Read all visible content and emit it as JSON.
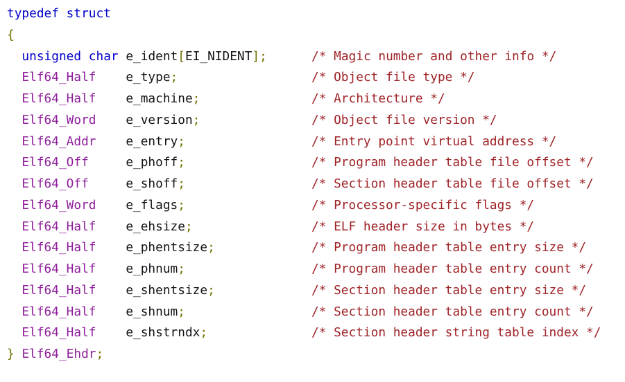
{
  "page": {
    "background_color": "#ffffff",
    "description": "C source snippet of the ELF64 file header structure definition with syntax highlighting"
  },
  "code": {
    "language": "c",
    "struct_name": "Elf64_Ehdr",
    "token_colors": {
      "kw": "#0000c8",
      "ty": "#8e1f9b",
      "id": "#121217",
      "pu": "#6f6f00",
      "cm": "#9e2226",
      "pl": "#121217"
    },
    "lines": [
      {
        "tokens": [
          [
            "kw",
            "typedef"
          ],
          [
            "pl",
            " "
          ],
          [
            "kw",
            "struct"
          ]
        ]
      },
      {
        "tokens": [
          [
            "pu",
            "{"
          ]
        ]
      },
      {
        "tokens": [
          [
            "pl",
            "  "
          ],
          [
            "kw",
            "unsigned"
          ],
          [
            "pl",
            " "
          ],
          [
            "kw",
            "char"
          ],
          [
            "pl",
            " "
          ],
          [
            "id",
            "e_ident"
          ],
          [
            "pu",
            "["
          ],
          [
            "id",
            "EI_NIDENT"
          ],
          [
            "pu",
            "];"
          ],
          [
            "pl",
            "      "
          ],
          [
            "cm",
            "/* Magic number and other info */"
          ]
        ]
      },
      {
        "tokens": [
          [
            "pl",
            "  "
          ],
          [
            "ty",
            "Elf64_Half"
          ],
          [
            "pl",
            "    "
          ],
          [
            "id",
            "e_type"
          ],
          [
            "pu",
            ";"
          ],
          [
            "pl",
            "                  "
          ],
          [
            "cm",
            "/* Object file type */"
          ]
        ]
      },
      {
        "tokens": [
          [
            "pl",
            "  "
          ],
          [
            "ty",
            "Elf64_Half"
          ],
          [
            "pl",
            "    "
          ],
          [
            "id",
            "e_machine"
          ],
          [
            "pu",
            ";"
          ],
          [
            "pl",
            "               "
          ],
          [
            "cm",
            "/* Architecture */"
          ]
        ]
      },
      {
        "tokens": [
          [
            "pl",
            "  "
          ],
          [
            "ty",
            "Elf64_Word"
          ],
          [
            "pl",
            "    "
          ],
          [
            "id",
            "e_version"
          ],
          [
            "pu",
            ";"
          ],
          [
            "pl",
            "               "
          ],
          [
            "cm",
            "/* Object file version */"
          ]
        ]
      },
      {
        "tokens": [
          [
            "pl",
            "  "
          ],
          [
            "ty",
            "Elf64_Addr"
          ],
          [
            "pl",
            "    "
          ],
          [
            "id",
            "e_entry"
          ],
          [
            "pu",
            ";"
          ],
          [
            "pl",
            "                 "
          ],
          [
            "cm",
            "/* Entry point virtual address */"
          ]
        ]
      },
      {
        "tokens": [
          [
            "pl",
            "  "
          ],
          [
            "ty",
            "Elf64_Off"
          ],
          [
            "pl",
            "     "
          ],
          [
            "id",
            "e_phoff"
          ],
          [
            "pu",
            ";"
          ],
          [
            "pl",
            "                 "
          ],
          [
            "cm",
            "/* Program header table file offset */"
          ]
        ]
      },
      {
        "tokens": [
          [
            "pl",
            "  "
          ],
          [
            "ty",
            "Elf64_Off"
          ],
          [
            "pl",
            "     "
          ],
          [
            "id",
            "e_shoff"
          ],
          [
            "pu",
            ";"
          ],
          [
            "pl",
            "                 "
          ],
          [
            "cm",
            "/* Section header table file offset */"
          ]
        ]
      },
      {
        "tokens": [
          [
            "pl",
            "  "
          ],
          [
            "ty",
            "Elf64_Word"
          ],
          [
            "pl",
            "    "
          ],
          [
            "id",
            "e_flags"
          ],
          [
            "pu",
            ";"
          ],
          [
            "pl",
            "                 "
          ],
          [
            "cm",
            "/* Processor-specific flags */"
          ]
        ]
      },
      {
        "tokens": [
          [
            "pl",
            "  "
          ],
          [
            "ty",
            "Elf64_Half"
          ],
          [
            "pl",
            "    "
          ],
          [
            "id",
            "e_ehsize"
          ],
          [
            "pu",
            ";"
          ],
          [
            "pl",
            "                "
          ],
          [
            "cm",
            "/* ELF header size in bytes */"
          ]
        ]
      },
      {
        "tokens": [
          [
            "pl",
            "  "
          ],
          [
            "ty",
            "Elf64_Half"
          ],
          [
            "pl",
            "    "
          ],
          [
            "id",
            "e_phentsize"
          ],
          [
            "pu",
            ";"
          ],
          [
            "pl",
            "             "
          ],
          [
            "cm",
            "/* Program header table entry size */"
          ]
        ]
      },
      {
        "tokens": [
          [
            "pl",
            "  "
          ],
          [
            "ty",
            "Elf64_Half"
          ],
          [
            "pl",
            "    "
          ],
          [
            "id",
            "e_phnum"
          ],
          [
            "pu",
            ";"
          ],
          [
            "pl",
            "                 "
          ],
          [
            "cm",
            "/* Program header table entry count */"
          ]
        ]
      },
      {
        "tokens": [
          [
            "pl",
            "  "
          ],
          [
            "ty",
            "Elf64_Half"
          ],
          [
            "pl",
            "    "
          ],
          [
            "id",
            "e_shentsize"
          ],
          [
            "pu",
            ";"
          ],
          [
            "pl",
            "             "
          ],
          [
            "cm",
            "/* Section header table entry size */"
          ]
        ]
      },
      {
        "tokens": [
          [
            "pl",
            "  "
          ],
          [
            "ty",
            "Elf64_Half"
          ],
          [
            "pl",
            "    "
          ],
          [
            "id",
            "e_shnum"
          ],
          [
            "pu",
            ";"
          ],
          [
            "pl",
            "                 "
          ],
          [
            "cm",
            "/* Section header table entry count */"
          ]
        ]
      },
      {
        "tokens": [
          [
            "pl",
            "  "
          ],
          [
            "ty",
            "Elf64_Half"
          ],
          [
            "pl",
            "    "
          ],
          [
            "id",
            "e_shstrndx"
          ],
          [
            "pu",
            ";"
          ],
          [
            "pl",
            "              "
          ],
          [
            "cm",
            "/* Section header string table index */"
          ]
        ]
      },
      {
        "tokens": [
          [
            "pu",
            "}"
          ],
          [
            "pl",
            " "
          ],
          [
            "ty",
            "Elf64_Ehdr"
          ],
          [
            "pu",
            ";"
          ]
        ]
      }
    ]
  }
}
